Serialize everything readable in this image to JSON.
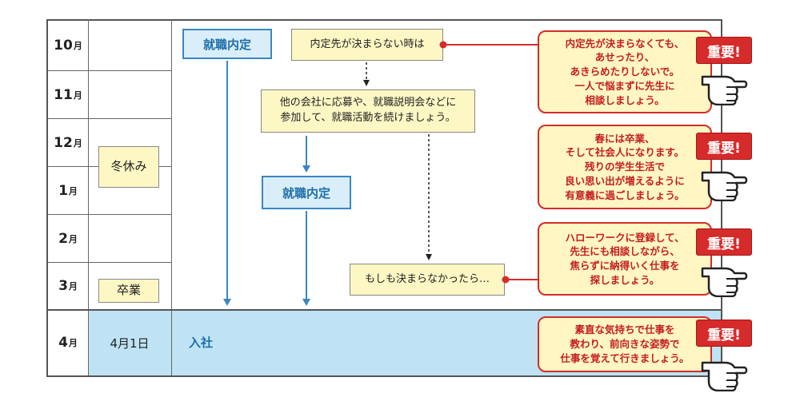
{
  "months": [
    {
      "num": "10",
      "unit": "月"
    },
    {
      "num": "11",
      "unit": "月"
    },
    {
      "num": "12",
      "unit": "月"
    },
    {
      "num": "1",
      "unit": "月"
    },
    {
      "num": "2",
      "unit": "月"
    },
    {
      "num": "3",
      "unit": "月"
    },
    {
      "num": "4",
      "unit": "月"
    }
  ],
  "events": {
    "winter_break": "冬休み",
    "graduation": "卒業",
    "april_date": "4月1日",
    "joining": "入社"
  },
  "flow": {
    "offer_1": "就職内定",
    "offer_2": "就職内定",
    "undecided": "内定先が決まらない時は",
    "continue_line1": "他の会社に応募や、就職説明会などに",
    "continue_line2": "参加して、就職活動を続けましょう。",
    "if_not": "もしも決まらなかったら…"
  },
  "notes": [
    {
      "badge": "重要!",
      "lines": [
        "内定先が決まらなくても、",
        "あせったり、",
        "あきらめたりしないで。",
        "一人で悩まずに先生に",
        "相談しましょう。"
      ]
    },
    {
      "badge": "重要!",
      "lines": [
        "春には卒業、",
        "そして社会人になります。",
        "残りの学生生活で",
        "良い思い出が増えるように",
        "有意義に過ごしましょう。"
      ]
    },
    {
      "badge": "重要!",
      "lines": [
        "ハローワークに登録して、",
        "先生にも相談しながら、",
        "焦らずに納得いく仕事を",
        "探しましょう。"
      ]
    },
    {
      "badge": "重要!",
      "lines": [
        "素直な気持ちで仕事を",
        "教わり、前向きな姿勢で",
        "仕事を覚えて行きましょう。"
      ]
    }
  ],
  "colors": {
    "accent_red": "#d62b2b",
    "flow_blue": "#3b86c2",
    "april_fill": "#bfe3f4",
    "box_yellow": "#fdf7c4"
  }
}
